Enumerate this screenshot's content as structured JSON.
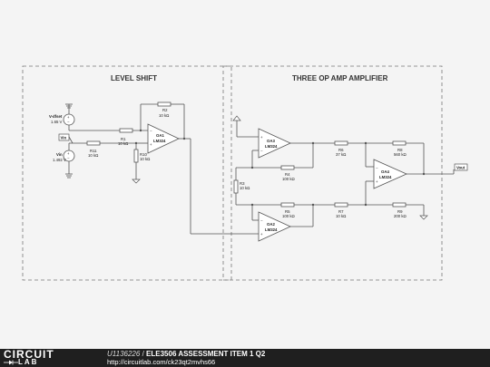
{
  "diagram": {
    "sections": {
      "level_shift": "LEVEL SHIFT",
      "three_op_amp": "THREE OP AMP AMPLIFIER"
    },
    "components": {
      "vdfset_name": "V-dfset",
      "vdfset_value": "1.65 V",
      "vin_name": "Vin",
      "vin_value": "1.492 V",
      "vin_node": "Vin",
      "r1_name": "R1",
      "r1_value": "10 kΩ",
      "r2_name": "R2",
      "r2_value": "10 kΩ",
      "r10_name": "R10",
      "r10_value": "10 kΩ",
      "r11_name": "R11",
      "r11_value": "10 kΩ",
      "oa1_name": "OA1",
      "oa1_part": "LM324",
      "oa2_name": "OA2",
      "oa2_part": "LM324",
      "oa3_name": "OA3",
      "oa3_part": "LM324",
      "oa4_name": "OA4",
      "oa4_part": "LM324",
      "r3_name": "R3",
      "r3_value": "10 kΩ",
      "r4_name": "R4",
      "r4_value": "100 kΩ",
      "r5_name": "R5",
      "r5_value": "100 kΩ",
      "r6_name": "R6",
      "r6_value": "37 kΩ",
      "r7_name": "R7",
      "r7_value": "10 kΩ",
      "r8_name": "R8",
      "r8_value": "560 kΩ",
      "r9_name": "R9",
      "r9_value": "200 kΩ",
      "vout_node": "Vout"
    }
  },
  "footer": {
    "logo_top": "CIRCUIT",
    "logo_bottom": "LAB",
    "circuit_id": "U1136226",
    "separator": "/",
    "circuit_name": "ELE3506 ASSESSMENT ITEM 1 Q2",
    "url": "http://circuitlab.com/ck23qt2mvhs66"
  }
}
